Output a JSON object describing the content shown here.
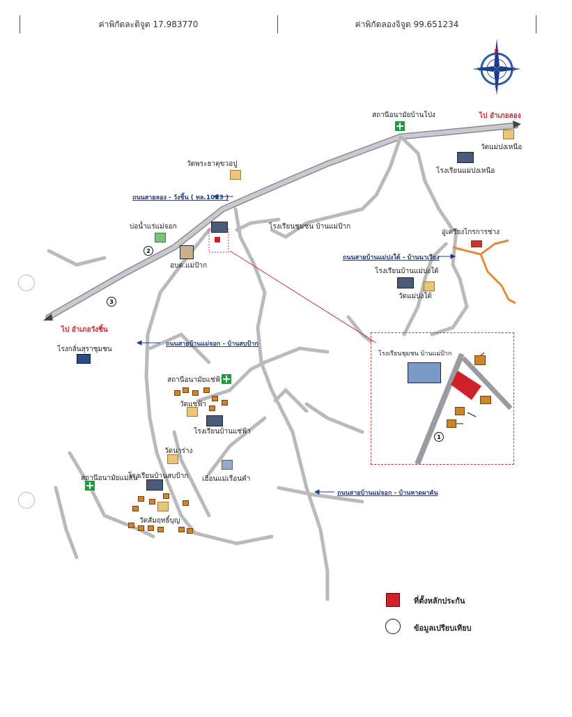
{
  "header": {
    "latitude_label": "ค่าพิกัดละติจูด 17.983770",
    "longitude_label": "ค่าพิกัดลองจิจูด 99.651234"
  },
  "compass": {
    "n": "N",
    "s": "S",
    "e": "E",
    "w": "W"
  },
  "directions": {
    "to_mae_long": "ไป อำเภอลอง",
    "to_wang_chin": "ไป อำเภอวังชิ้น"
  },
  "roads": {
    "long_wangchin": "ถนนสายลอง - วังชิ้น ( ทล.1023 )",
    "maepong_tai_nawiang": "ถนนสายบ้านแม่ปงใต้ - บ้านนาเวียง",
    "maechok_sopprak": "ถนนสายบ้านแม่จอก - บ้านสบป้าก",
    "maechok_hathaikhan": "ถนนสายบ้านแม่จอก - บ้านหาดผาคัน"
  },
  "places": {
    "health_banpong": "สถานีอนามัยบ้านโป่ง",
    "wat_maepong_nuea": "วัดแม่ปงเหนือ",
    "school_maepong_nuea": "โรงเรียนแม่ปงเหนือ",
    "wat_phrathat": "วัดพระธาตุขวอปู",
    "school_chumchon_maeprak": "โรงเรียนชุมชน บ้านแม่ป้าก",
    "mae_chok_spring": "บ่อน้ำแร่แม่จอก",
    "sao_maeprak": "อบต.แม่ป้าก",
    "garage": "อู่เครียงไกรการช่าง",
    "school_maepong_tai": "โรงเรียนบ้านแม่ปงใต้",
    "wat_maepong_tai": "วัดแม่ปงใต้",
    "community_kitchen": "โรงกลั่นสุราชุมชน",
    "health_chaefa": "สถานีอนามัยแช่ฟ้า",
    "wat_chaefa": "วัดแช่ฟ้า",
    "school_chaefa": "โรงเรียนบ้านแช่ฟ้า",
    "wat_na_sang": "วัดนาร่าง",
    "health_maesin": "สถานีอนามัยแม่สิน",
    "school_sopprak": "โรงเรียนบ้านสบป้าก",
    "homestay": "เฮือนแม่เรือนคำ",
    "wat_somrit": "วัดสัมฤทธิ์บุญ",
    "inset_school": "โรงเรียนชุมชน บ้านแม่ป้าก"
  },
  "markers": {
    "m1": "1",
    "m2": "2",
    "m3": "3"
  },
  "legend": {
    "collateral": "ที่ตั้งหลักประกัน",
    "comparison": "ข้อมูลเปรียบเทียบ"
  },
  "colors": {
    "road": "#b9b9bf",
    "main_road_edge": "#7f7f88",
    "collateral": "#d0202a",
    "road_label": "#1f3c8c",
    "orange_road": "#e38a3b"
  }
}
